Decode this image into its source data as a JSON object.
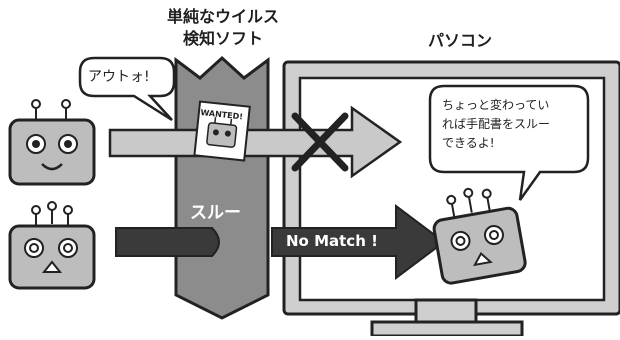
{
  "scanner_title": {
    "line1": "単純なウイルス",
    "line2": "検知ソフト"
  },
  "pc_title": "パソコン",
  "top_bubble": "アウトォ!",
  "wanted_sign": "WANTED!",
  "pass_label": "スルー",
  "no_match_label": "No Match !",
  "right_bubble": {
    "line1": "ちょっと変わってい",
    "line2": "れば手配書をスルー",
    "line3": "できるよ!"
  },
  "colors": {
    "scanner": "#8c8c8c",
    "monitor": "#cfcfcf",
    "arrow_light": "#c9c9c9",
    "arrow_dark": "#3a3a3a",
    "robot": "#bdbdbd",
    "outline": "#222222"
  }
}
